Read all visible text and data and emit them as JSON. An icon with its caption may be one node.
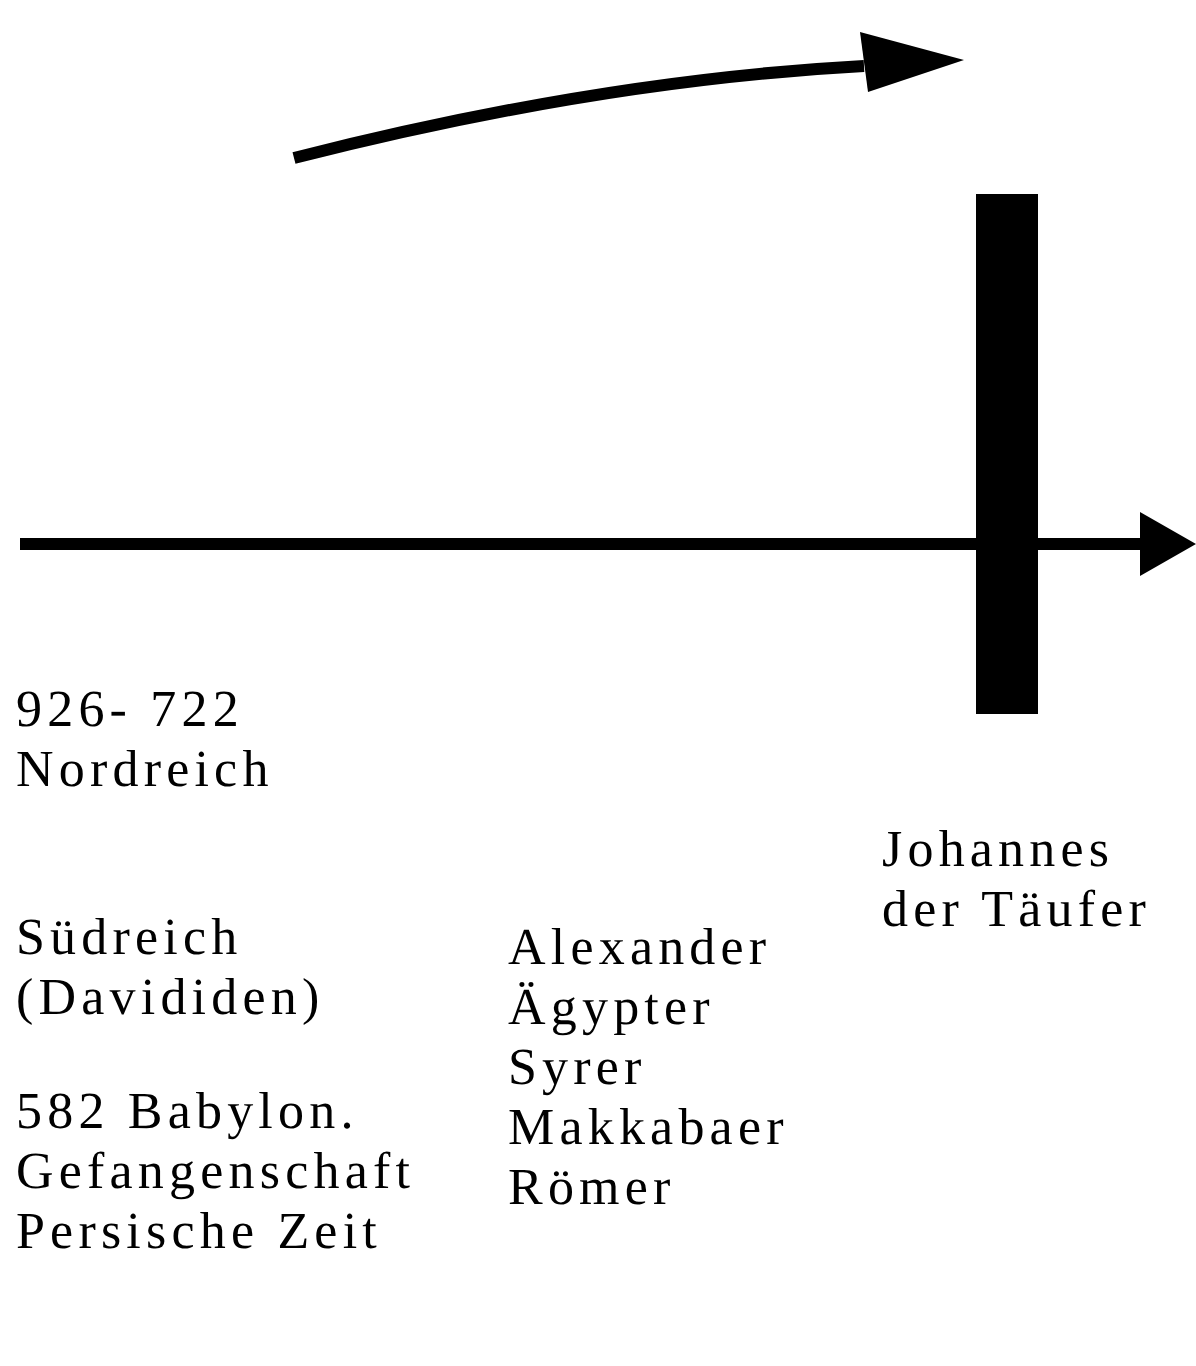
{
  "diagram": {
    "labels": [
      "926- 722",
      "Nordreich",
      "Südreich (Davididen)",
      "582 Babylon. Gefangenschaft",
      "Persische Zeit",
      "Alexander",
      "Ägypter",
      "Syrer",
      "Makkabaer",
      "Römer",
      "Johannes der Täufer"
    ]
  }
}
